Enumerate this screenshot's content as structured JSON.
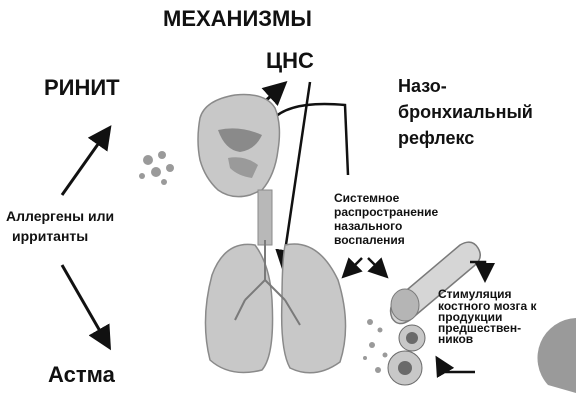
{
  "title": "МЕХАНИЗМЫ",
  "labels": {
    "cns": "ЦНС",
    "rhinitis": "РИНИТ",
    "allergens_line1": "Аллергены или",
    "allergens_line2": "ирританты",
    "asthma": "Астма",
    "reflex_line1": "Назо-",
    "reflex_line2": "бронхиальный",
    "reflex_line3": "рефлекс",
    "systemic_line1": "Системное",
    "systemic_line2": "распространение",
    "systemic_line3": "назального",
    "systemic_line4": "воспаления",
    "marrow_line1": "Стимуляция",
    "marrow_line2": "костного мозга к",
    "marrow_line3": "продукции",
    "marrow_line4": "предшествен-",
    "marrow_line5": "ников"
  },
  "colors": {
    "text": "#111111",
    "arrow": "#111111",
    "organ_fill": "#c8c8c8",
    "organ_dark": "#8a8a8a"
  }
}
